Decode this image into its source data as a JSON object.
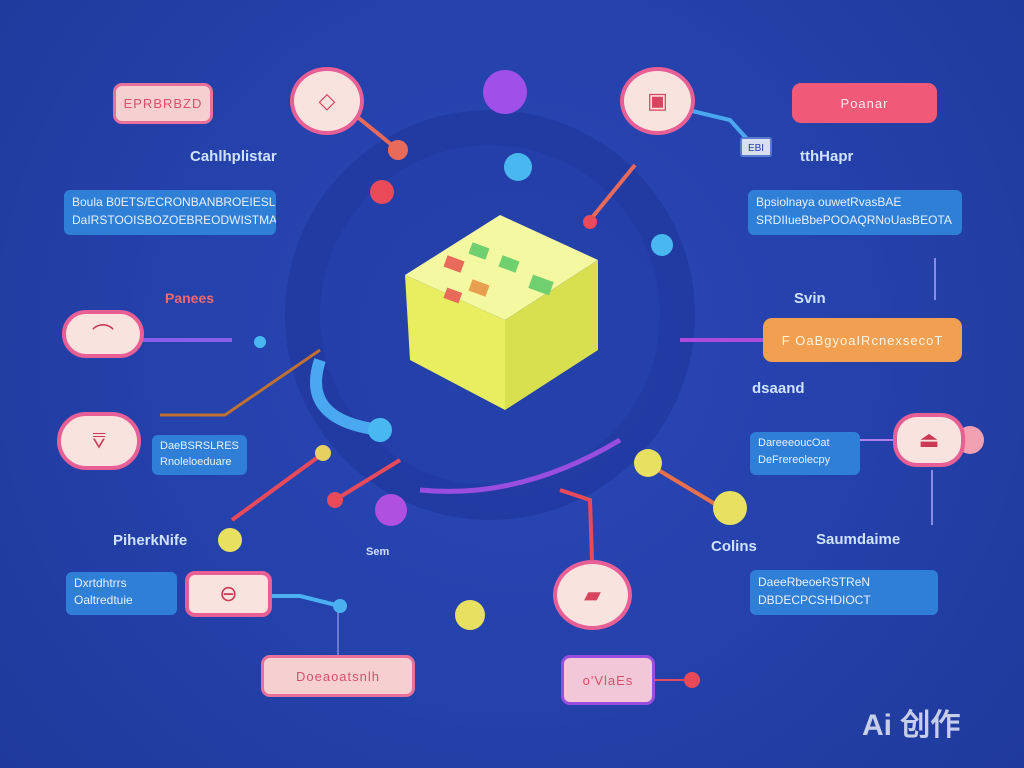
{
  "nodes": {
    "top_left_box": "EPRBRBZD",
    "heading_left": "Cahlhplistar",
    "left_desc": [
      "Boula B0ETS/ECRONBANBROEIESL",
      "DaIRSTOOISBOZOEBREODWISTMA"
    ],
    "panees_label": "Panees",
    "mid_left_desc": [
      "DaeBSRSLRES",
      "Rnoleloeduare"
    ],
    "bottom_left_label": "PiherkNife",
    "bottom_left_desc": [
      "Dxrtdhtrrs",
      "Oaltredtuie"
    ],
    "bottom_pink_box": "Doeaoatsnlh",
    "sem_label": "Sem",
    "bottom_purple_box": "o'VlaEs",
    "colins_label": "Colins",
    "bottom_right_label": "Saumdaime",
    "bottom_right_desc": [
      "DaeeRbeoeRSTReN",
      "DBDECPCSHDIOCT"
    ],
    "mid_right_desc": [
      "DareeeoucOat",
      "DeFrereolecpy"
    ],
    "dsaand_label": "dsaand",
    "orange_box": "F OaBgyoaIRcnexsecoT",
    "svin_label": "Svin",
    "right_desc": [
      "Bpsiolnaya ouwetRvasBAE",
      "SRDIIueBbePOOAQRNoUasBEOTA"
    ],
    "small_tag": "EBI",
    "heading_right": "tthHapr",
    "top_right_box": "Poanar"
  },
  "watermark": "Ai 创作"
}
